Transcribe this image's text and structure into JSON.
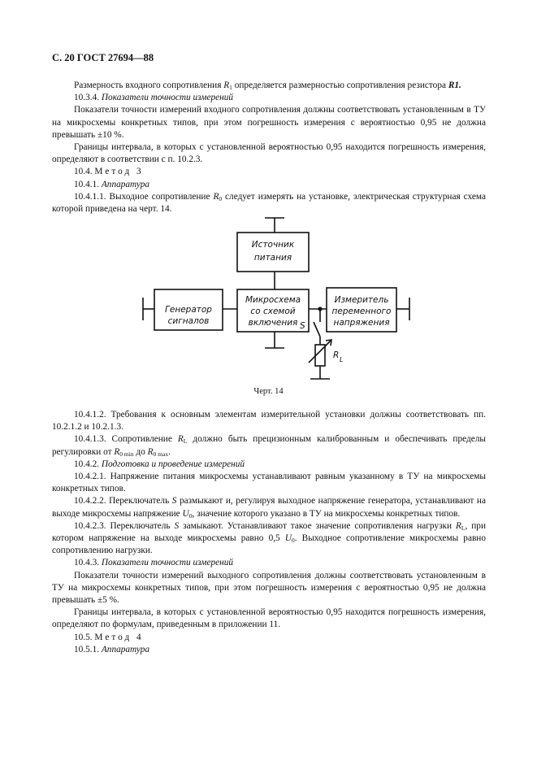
{
  "header": "С. 20 ГОСТ 27694—88",
  "top": {
    "p1a": "Размерность входного сопротивления ",
    "p1var": "R",
    "p1sub": "1",
    "p1b": " определяется размерностью сопротивления резистора ",
    "p1end": "R1.",
    "p2num": "10.3.4. ",
    "p2it": "Показатели точности измерений",
    "p3": "Показатели точности измерений входного сопротивления должны соответствовать установленным в ТУ на микросхемы конкретных типов, при этом погрешность измерения с вероятностью 0,95 не должна превышать ±10 %.",
    "p4": "Границы интервала, в которых с установленной вероятностью 0,95 находится погрешность измерения, определяют в соответствии с п. 10.2.3.",
    "p5num": "10.4. ",
    "p5sp": "Метод 3",
    "p6num": "10.4.1. ",
    "p6it": "Аппаратура",
    "p7a": "10.4.1.1. Выходное сопротивление ",
    "p7var": "R",
    "p7sub": "0",
    "p7b": " следует измерять на установке, электрическая структурная схема которой приведена на черт. 14."
  },
  "diagram": {
    "power_l1": "Источник",
    "power_l2": "питания",
    "gen_l1": "Генератор",
    "gen_l2": "сигналов",
    "chip_l1": "Микросхема",
    "chip_l2": "со схемой",
    "chip_l3": "включения",
    "meter_l1": "Измеритель",
    "meter_l2": "переменного",
    "meter_l3": "напряжения",
    "switch": "S",
    "res": "R",
    "res_sub": "L"
  },
  "caption": "Черт. 14",
  "bottom": {
    "q1": "10.4.1.2. Требования к основным элементам измерительной установки должны соответствовать пп. 10.2.1.2 и 10.2.1.3.",
    "q2a": "10.4.1.3. Сопротивление ",
    "q2var": "R",
    "q2sub": "L",
    "q2b": " должно быть прецизионным калиброванным и обеспечивать пределы регулировки от ",
    "q2var2": "R",
    "q2sub2": "0 min",
    "q2c": " до ",
    "q2var3": "R",
    "q2sub3": "0 max",
    "q2d": ".",
    "q3num": "10.4.2. ",
    "q3it": "Подготовка и проведение измерений",
    "q4": "10.4.2.1. Напряжение питания микросхемы устанавливают равным указанному в ТУ на микросхемы конкретных типов.",
    "q5a": "10.4.2.2. Переключатель ",
    "q5var": "S",
    "q5b": " размыкают и, регулируя выходное напряжение генератора, устанавливают на выходе микросхемы напряжение ",
    "q5var2": "U",
    "q5sub2": "0",
    "q5c": ", значение которого указано в ТУ на микросхемы конкретных типов.",
    "q6a": "10.4.2.3. Переключатель ",
    "q6var": "S",
    "q6b": " замыкают. Устанавливают такое значение сопротивления нагрузки ",
    "q6var2": "R",
    "q6sub2": "L",
    "q6c": ", при котором напряжение на выходе микросхемы равно 0,5 ",
    "q6var3": "U",
    "q6sub3": "0",
    "q6d": ". Выходное сопротивление микросхемы равно сопротивлению нагрузки.",
    "q7num": "10.4.3. ",
    "q7it": "Показатели точности измерений",
    "q8": "Показатели точности измерений выходного сопротивления должны соответствовать установленным в ТУ на микросхемы конкретных типов, при этом погрешность измерения с вероятностью 0,95 не должна превышать ±5 %.",
    "q9": "Границы интервала, в которых с установленной вероятностью 0,95 находится погрешность измерения, определяют по формулам, приведенным в приложении 11.",
    "q10num": "10.5. ",
    "q10sp": "Метод 4",
    "q11num": "10.5.1. ",
    "q11it": "Аппаратура"
  }
}
